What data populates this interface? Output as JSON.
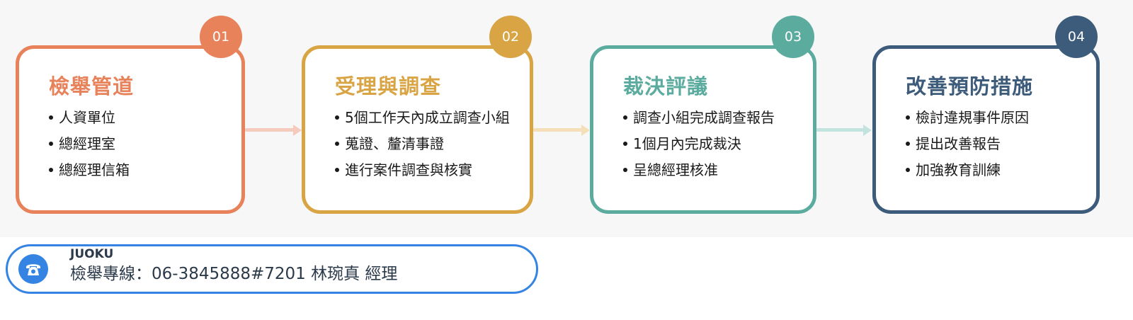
{
  "steps": [
    {
      "number": "01",
      "title": "檢舉管道",
      "color": "#e8825a",
      "items": [
        "人資單位",
        "總經理室",
        "總經理信箱"
      ]
    },
    {
      "number": "02",
      "title": "受理與調查",
      "color": "#d9a444",
      "items": [
        "5個工作天內成立調查小組",
        "蒐證、釐清事證",
        "進行案件調查與核實"
      ]
    },
    {
      "number": "03",
      "title": "裁決評議",
      "color": "#5bab9f",
      "items": [
        "調查小組完成調查報告",
        "1個月內完成裁決",
        "呈總經理核准"
      ]
    },
    {
      "number": "04",
      "title": "改善預防措施",
      "color": "#3d5b7a",
      "items": [
        "檢討違規事件原因",
        "提出改善報告",
        "加強教育訓練"
      ]
    }
  ],
  "arrows": [
    {
      "color": "#f4cbbd"
    },
    {
      "color": "#f5dfb8"
    },
    {
      "color": "#c3e3df"
    }
  ],
  "contact": {
    "icon": "phone-icon",
    "brand": "JUOKU",
    "hotline": "檢舉專線：06-3845888#7201 林琬真 經理",
    "accent": "#3584e4"
  }
}
